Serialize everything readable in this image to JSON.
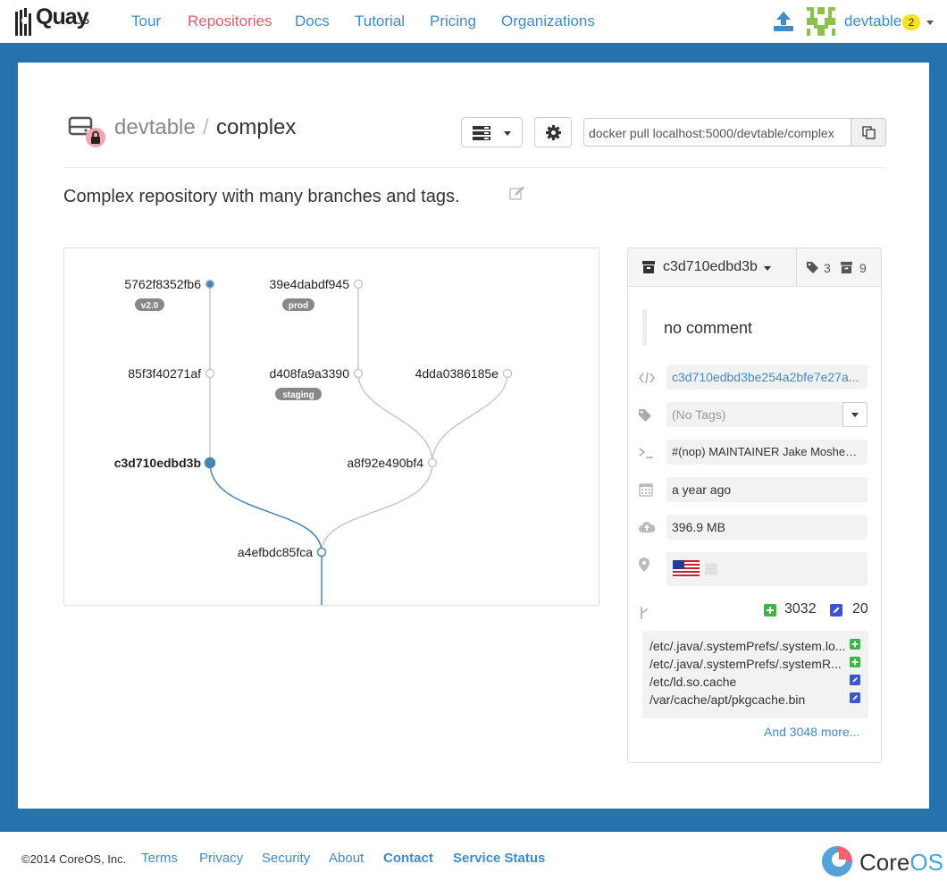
{
  "brand": {
    "name": "Quay",
    "suffix": ".io"
  },
  "nav": {
    "items": [
      {
        "label": "Tour",
        "active": false
      },
      {
        "label": "Repositories",
        "active": true
      },
      {
        "label": "Docs",
        "active": false
      },
      {
        "label": "Tutorial",
        "active": false
      },
      {
        "label": "Pricing",
        "active": false
      },
      {
        "label": "Organizations",
        "active": false
      }
    ],
    "user": {
      "name": "devtable",
      "notifications": "2"
    }
  },
  "repo": {
    "namespace": "devtable",
    "separator": "/",
    "name": "complex",
    "pull_command": "docker pull localhost:5000/devtable/complex",
    "description": "Complex repository with many branches and tags."
  },
  "tree": {
    "nodes": [
      {
        "id": "5762f8352fb6",
        "tag": "v2.0",
        "selected": false,
        "highlight": true
      },
      {
        "id": "39e4dabdf945",
        "tag": "prod",
        "selected": false,
        "highlight": false
      },
      {
        "id": "85f3f40271af",
        "tag": "",
        "selected": false,
        "highlight": true
      },
      {
        "id": "d408fa9a3390",
        "tag": "staging",
        "selected": false,
        "highlight": false
      },
      {
        "id": "4dda0386185e",
        "tag": "",
        "selected": false,
        "highlight": false
      },
      {
        "id": "c3d710edbd3b",
        "tag": "",
        "selected": true,
        "highlight": true
      },
      {
        "id": "a8f92e490bf4",
        "tag": "",
        "selected": false,
        "highlight": false
      },
      {
        "id": "a4efbdc85fca",
        "tag": "",
        "selected": false,
        "highlight": true
      }
    ]
  },
  "image": {
    "short_id": "c3d710edbd3b",
    "tag_count": "3",
    "image_count": "9",
    "comment": "no comment",
    "full_id": "c3d710edbd3be254a2bfe7e27a...",
    "tags_placeholder": "(No Tags)",
    "command": "#(nop) MAINTAINER Jake Moshenko...",
    "created": "a year ago",
    "size": "396.9 MB",
    "added_count": "3032",
    "changed_count": "20",
    "files": [
      {
        "path": "/etc/.java/.systemPrefs/.system.lo...",
        "kind": "added"
      },
      {
        "path": "/etc/.java/.systemPrefs/.systemR...",
        "kind": "added"
      },
      {
        "path": "/etc/ld.so.cache",
        "kind": "changed"
      },
      {
        "path": "/var/cache/apt/pkgcache.bin",
        "kind": "changed"
      }
    ],
    "more_label": "And 3048 more..."
  },
  "footer": {
    "copyright": "©2014 CoreOS, Inc.",
    "links": [
      {
        "label": "Terms",
        "bold": false
      },
      {
        "label": "Privacy",
        "bold": false
      },
      {
        "label": "Security",
        "bold": false
      },
      {
        "label": "About",
        "bold": false
      },
      {
        "label": "Contact",
        "bold": true
      },
      {
        "label": "Service Status",
        "bold": true
      }
    ],
    "logo": {
      "core": "Core",
      "os": "OS"
    }
  },
  "colors": {
    "accent": "#428bca",
    "frame": "#2672ae",
    "active_nav": "#e35d6a",
    "branch": "#4a84b5",
    "badge": "#f7e11c",
    "added": "#3bb54a",
    "changed": "#3a55cd"
  }
}
